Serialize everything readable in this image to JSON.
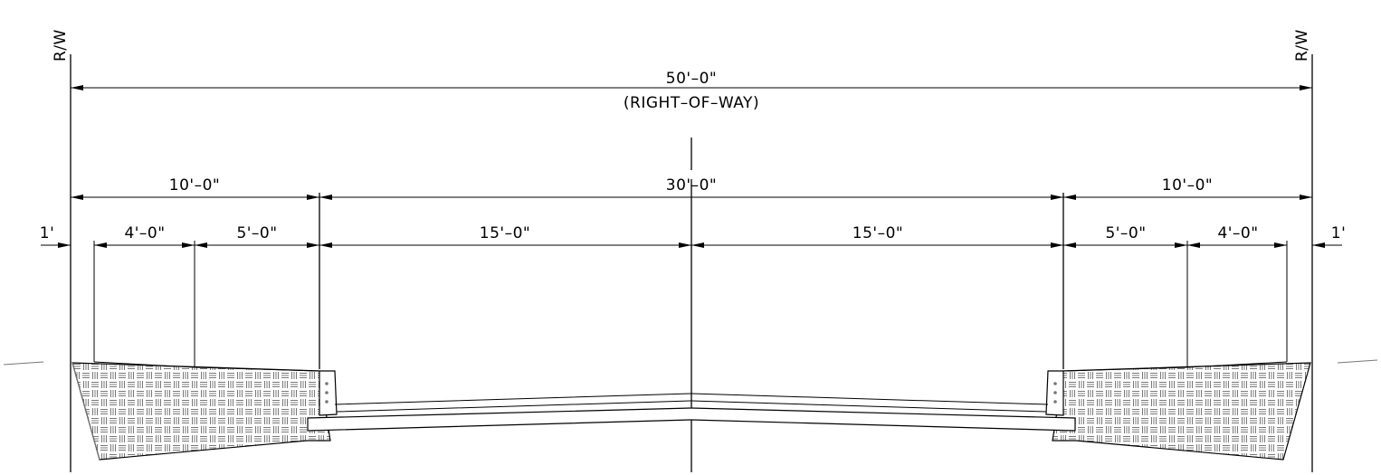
{
  "rw_label_left": "R/W",
  "rw_label_right": "R/W",
  "overall": {
    "value": "50'–0\"",
    "caption": "(RIGHT–OF–WAY)"
  },
  "middle_row": {
    "left": "10'–0\"",
    "center": "30'–0\"",
    "right": "10'–0\""
  },
  "bottom_row": {
    "left_offset": "1'",
    "left_walk": "4'–0\"",
    "left_strip": "5'–0\"",
    "left_lane": "15'–0\"",
    "right_lane": "15'–0\"",
    "right_strip": "5'–0\"",
    "right_walk": "4'–0\"",
    "right_offset": "1'"
  },
  "colors": {
    "line": "#000000",
    "ground_line": "#777777",
    "hatch": "#555555"
  }
}
